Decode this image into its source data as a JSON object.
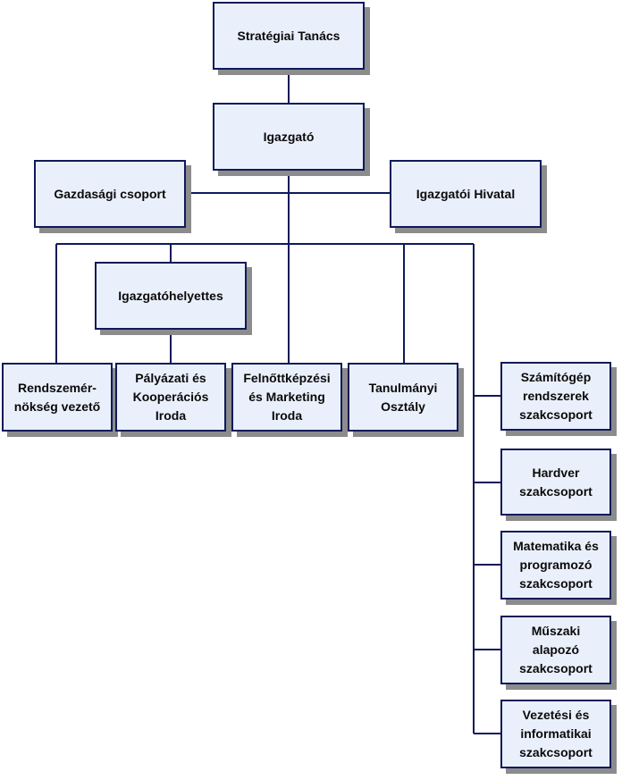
{
  "org_chart": {
    "colors": {
      "box_fill": "#eaf0fb",
      "box_border": "#0e1a5a",
      "shadow": "#8c8c8c",
      "connector": "#0e1a5a"
    },
    "top": {
      "strategic_council": "Stratégiai Tanács",
      "director": "Igazgató",
      "economic_group": "Gazdasági csoport",
      "director_office": "Igazgatói Hivatal",
      "deputy_director": "Igazgatóhelyettes"
    },
    "departments": {
      "sysadmin": "Rendszemér-\nnökség vezető",
      "tender": "Pályázati és\nKooperációs\nIroda",
      "adult_ed": "Felnőttképzési\nés Marketing\nIroda",
      "academic": "Tanulmányi\nOsztály"
    },
    "subject_groups": {
      "computer_systems": "Számítógép\nrendszerek\nszakcsoport",
      "hardware": "Hardver\nszakcsoport",
      "math_programming": "Matematika és\nprogramozó\nszakcsoport",
      "technical_basics": "Műszaki\nalapozó\nszakcsoport",
      "management_it": "Vezetési és\ninformatikai\nszakcsoport"
    }
  }
}
